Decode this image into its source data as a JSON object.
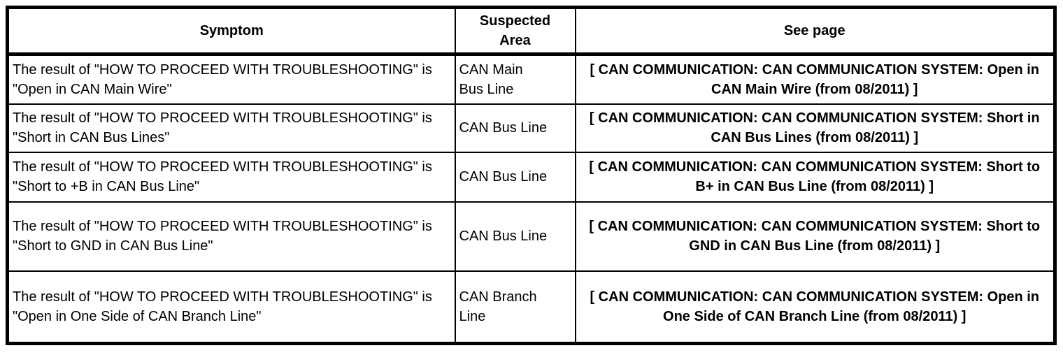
{
  "colors": {
    "border": "#000000",
    "text": "#000000",
    "background": "#ffffff"
  },
  "table": {
    "headers": {
      "symptom": "Symptom",
      "suspected_area": "Suspected\nArea",
      "see_page": "See page"
    },
    "rows": [
      {
        "symptom": "The result of \"HOW TO PROCEED WITH TROUBLESHOOTING\" is \"Open in CAN Main Wire\"",
        "suspected_area": "CAN Main\nBus Line",
        "see_page": "[ CAN COMMUNICATION: CAN COMMUNICATION SYSTEM: Open in CAN Main Wire (from 08/2011) ]"
      },
      {
        "symptom": "The result of \"HOW TO PROCEED WITH TROUBLESHOOTING\" is \"Short in CAN Bus Lines\"",
        "suspected_area": "CAN Bus Line",
        "see_page": "[ CAN COMMUNICATION: CAN COMMUNICATION SYSTEM: Short in CAN Bus Lines (from 08/2011) ]"
      },
      {
        "symptom": "The result of \"HOW TO PROCEED WITH TROUBLESHOOTING\" is \"Short to +B in CAN Bus Line\"",
        "suspected_area": "CAN Bus Line",
        "see_page": "[ CAN COMMUNICATION: CAN COMMUNICATION SYSTEM: Short to B+ in CAN Bus Line (from 08/2011) ]"
      },
      {
        "symptom": "The result of \"HOW TO PROCEED WITH TROUBLESHOOTING\" is \"Short to GND in CAN Bus Line\"",
        "suspected_area": "CAN Bus Line",
        "see_page": "[ CAN COMMUNICATION: CAN COMMUNICATION SYSTEM: Short to GND in CAN Bus Line (from 08/2011) ]"
      },
      {
        "symptom": "The result of \"HOW TO PROCEED WITH TROUBLESHOOTING\" is \"Open in One Side of CAN Branch Line\"",
        "suspected_area": "CAN Branch\nLine",
        "see_page": "[ CAN COMMUNICATION: CAN COMMUNICATION SYSTEM: Open in One Side of CAN Branch Line (from 08/2011) ]"
      }
    ]
  }
}
